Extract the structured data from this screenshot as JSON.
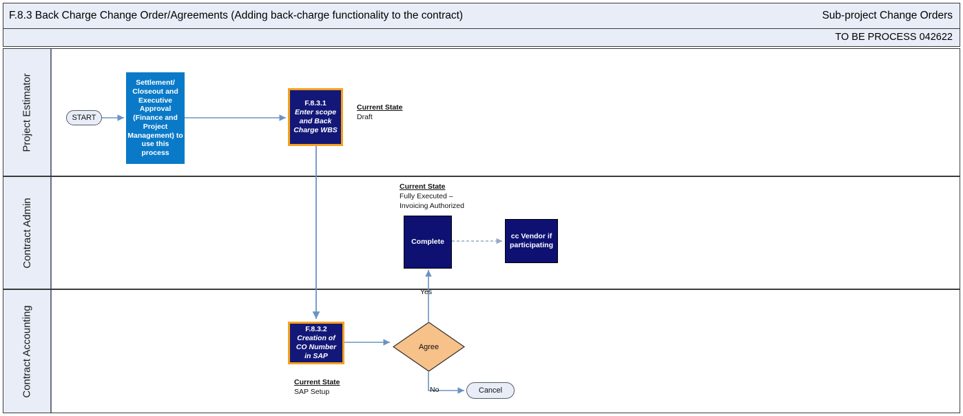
{
  "header": {
    "title": "F.8.3 Back Charge Change Order/Agreements (Adding back-charge functionality to the contract)",
    "title_right": "Sub-project Change Orders",
    "subtitle_right": "TO BE PROCESS 042622"
  },
  "lanes": [
    {
      "label": "Project Estimator"
    },
    {
      "label": "Contract Admin"
    },
    {
      "label": "Contract Accounting"
    }
  ],
  "nodes": {
    "start": {
      "label": "START"
    },
    "settlement": {
      "label": "Settlement/ Closeout and Executive Approval (Finance and Project Management) to use this process"
    },
    "f831": {
      "code": "F.8.3.1",
      "desc": "Enter scope and Back Charge WBS"
    },
    "f831_state": {
      "header": "Current State",
      "value": "Draft"
    },
    "complete": {
      "label": "Complete"
    },
    "complete_state": {
      "header": "Current State",
      "line1": "Fully Executed –",
      "line2": "Invoicing Authorized"
    },
    "cc_vendor": {
      "label": "cc Vendor if participating"
    },
    "f832": {
      "code": "F.8.3.2",
      "desc": "Creation of CO Number in SAP"
    },
    "f832_state": {
      "header": "Current State",
      "value": "SAP Setup"
    },
    "agree": {
      "label": "Agree"
    },
    "cancel": {
      "label": "Cancel"
    }
  },
  "edges": {
    "yes": "Yes",
    "no": "No"
  },
  "colors": {
    "band_bg": "#e8edf7",
    "process_blue": "#0a7ac8",
    "process_navy": "#0e1172",
    "highlight_orange": "#f5a11e",
    "decision_peach": "#f7c18a",
    "connector_blue": "#6b92c4",
    "border_dark": "#3a3a3a"
  }
}
